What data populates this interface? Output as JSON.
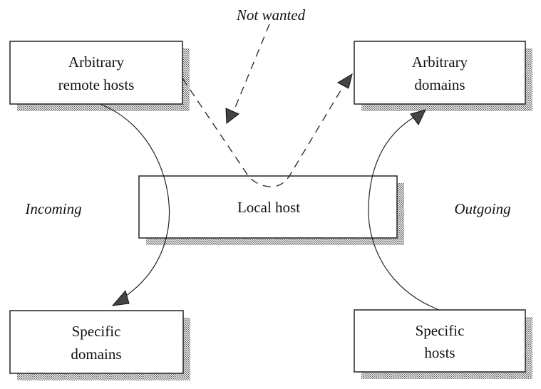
{
  "diagram": {
    "nodes": {
      "arbitrary_remote_hosts": {
        "lines": [
          "Arbitrary",
          "remote hosts"
        ]
      },
      "arbitrary_domains": {
        "lines": [
          "Arbitrary",
          "domains"
        ]
      },
      "local_host": {
        "lines": [
          "Local host"
        ]
      },
      "specific_domains": {
        "lines": [
          "Specific",
          "domains"
        ]
      },
      "specific_hosts": {
        "lines": [
          "Specific",
          "hosts"
        ]
      }
    },
    "labels": {
      "not_wanted": "Not wanted",
      "incoming": "Incoming",
      "outgoing": "Outgoing"
    },
    "edges": [
      {
        "from": "arbitrary_remote_hosts",
        "to": "specific_domains",
        "style": "solid",
        "group": "incoming"
      },
      {
        "from": "specific_hosts",
        "to": "arbitrary_domains",
        "style": "solid",
        "group": "outgoing"
      },
      {
        "from": "arbitrary_remote_hosts",
        "to": "arbitrary_domains",
        "via": "local_host",
        "style": "dashed",
        "group": "not_wanted"
      }
    ]
  }
}
